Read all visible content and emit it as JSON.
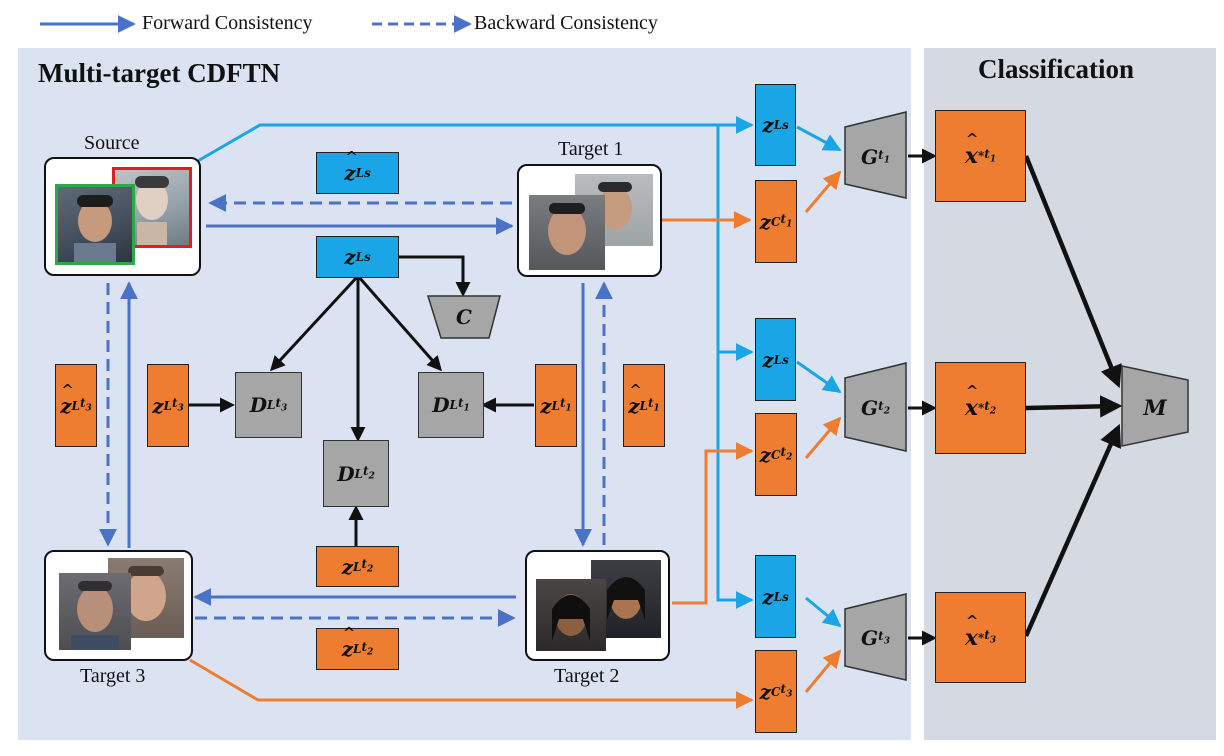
{
  "legend": {
    "forward": "Forward Consistency",
    "backward": "Backward Consistency"
  },
  "panels": {
    "main_title": "Multi-target CDFTN",
    "classification_title": "Classification"
  },
  "captions": {
    "source": "Source",
    "target1": "Target 1",
    "target2": "Target 2",
    "target3": "Target 3"
  },
  "symbols": {
    "z": "z",
    "hat_z": "ẑ",
    "L": "L",
    "C": "C",
    "s": "s",
    "t1": "t1",
    "t2": "t2",
    "t3": "t3",
    "D": "D",
    "G": "G",
    "M": "M",
    "classifier": "C",
    "x": "x",
    "star": "*"
  },
  "colors": {
    "forward": "#4a72c6",
    "blue_path": "#1aa6e6",
    "orange_path": "#ee7d31",
    "blue_box": "#1aa6e6",
    "orange_box": "#ee7d31",
    "gray_box": "#a6a6a6",
    "main_panel": "#dbe3f3",
    "classification_panel": "#d5d9e1"
  }
}
